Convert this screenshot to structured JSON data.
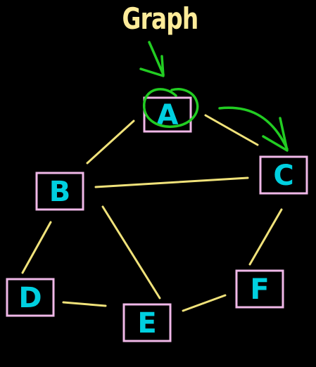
{
  "title": "Graph",
  "colors": {
    "background": "#000000",
    "title": "#ffec9a",
    "node_label": "#00d0e0",
    "node_border": "#f0b8e8",
    "edge": "#f0e27a",
    "annotation": "#22cc22"
  },
  "nodes": [
    {
      "id": "A",
      "label": "A"
    },
    {
      "id": "B",
      "label": "B"
    },
    {
      "id": "C",
      "label": "C"
    },
    {
      "id": "D",
      "label": "D"
    },
    {
      "id": "E",
      "label": "E"
    },
    {
      "id": "F",
      "label": "F"
    }
  ],
  "edges": [
    {
      "from": "A",
      "to": "B"
    },
    {
      "from": "A",
      "to": "C"
    },
    {
      "from": "B",
      "to": "C"
    },
    {
      "from": "B",
      "to": "D"
    },
    {
      "from": "B",
      "to": "E"
    },
    {
      "from": "C",
      "to": "F"
    },
    {
      "from": "D",
      "to": "E"
    },
    {
      "from": "E",
      "to": "F"
    }
  ],
  "annotations": {
    "start_node": "A",
    "traversal_arrow": {
      "from": "A",
      "to": "C"
    }
  }
}
